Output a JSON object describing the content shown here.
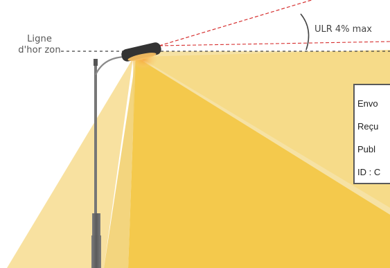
{
  "diagram": {
    "horizon_label_lines": [
      "Ligne",
      "d'hor zon"
    ],
    "ulr_label": "ULR 4% max",
    "stamp_lines": [
      "Envo",
      "Reçu",
      "Publ",
      "ID : C"
    ],
    "colors": {
      "background": "#ffffff",
      "light_beam": "#f7d96d",
      "light_beam_deep": "#f4c94c",
      "light_beam_bg": "#f6e2a4",
      "pole": "#6b6b6b",
      "horizon_dash": "#404040",
      "ulr_dash": "#d62f2f",
      "fixture": "#333333",
      "fixture_glow": "#f9b24a"
    },
    "icons": {
      "street_lamp": "street-lamp-icon",
      "glow": "light-glow-icon"
    }
  }
}
